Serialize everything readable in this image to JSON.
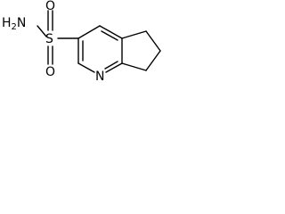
{
  "molecule": {
    "atoms": {
      "amine": {
        "main": "H",
        "sub": "2",
        "tail": "N"
      },
      "sulfur": "S",
      "oxygen_top": "O",
      "oxygen_bottom": "O",
      "ring_nitrogen": "N"
    }
  },
  "colors": {
    "ink": "#000000",
    "background": "#ffffff"
  }
}
